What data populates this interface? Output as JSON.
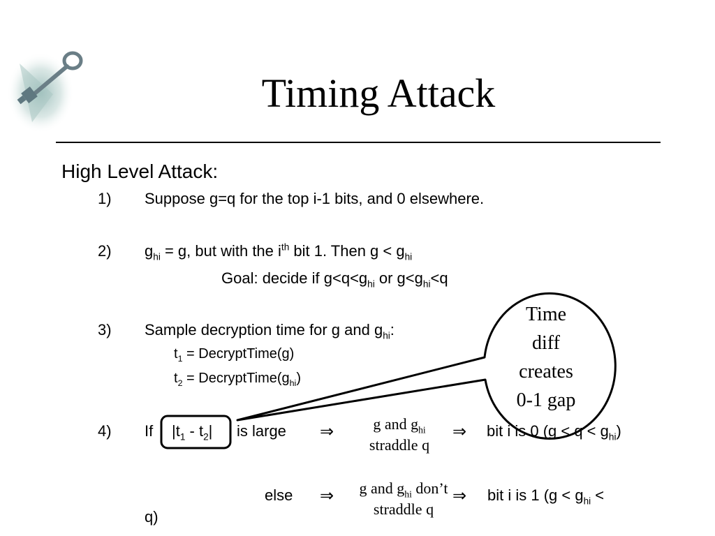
{
  "slide": {
    "title": "Timing Attack",
    "heading": "High Level Attack:",
    "step1": {
      "num": "1)",
      "text": "Suppose g=q for the top i-1 bits, and 0 elsewhere."
    },
    "step2": {
      "num": "2)",
      "g": "g",
      "hi": "hi",
      "eq": " = g,   but with the i",
      "th": "th",
      "bit": " bit 1.    Then g < g",
      "goal_pre": "Goal:   decide if    g<q<g",
      "goal_or": "   or   g<g",
      "goal_end": "<q"
    },
    "step3": {
      "num": "3)",
      "text": "Sample decryption time for g and g",
      "colon": ":",
      "t1_pre": "t",
      "t1_sub": "1",
      "t1_text": " = DecryptTime(g)",
      "t2_pre": "t",
      "t2_sub": "2",
      "t2_text": " = DecryptTime(g",
      "t2_end": ")"
    },
    "step4": {
      "num": "4)",
      "if": "If",
      "abs_pre": "|t",
      "abs_s1": "1",
      "abs_mid": " - t",
      "abs_s2": "2",
      "abs_end": "|",
      "is_large": "is  large",
      "straddle_line1": "g and g",
      "straddle_line2": "straddle q",
      "bit0_pre": "bit i is 0    (g < q < g",
      "bit0_end": ")",
      "else": "else",
      "nostraddle_line1_end": " don’t",
      "bit1_pre": "bit i is 1    (g < g",
      "bit1_end": " <",
      "wrap_q": "q)",
      "implies": "⇒"
    },
    "callout": {
      "line1": "Time",
      "line2": "diff",
      "line3": "creates",
      "line4": "0-1 gap"
    }
  },
  "colors": {
    "text": "#000000",
    "background": "#ffffff",
    "key_logo": "#7d9a98"
  }
}
